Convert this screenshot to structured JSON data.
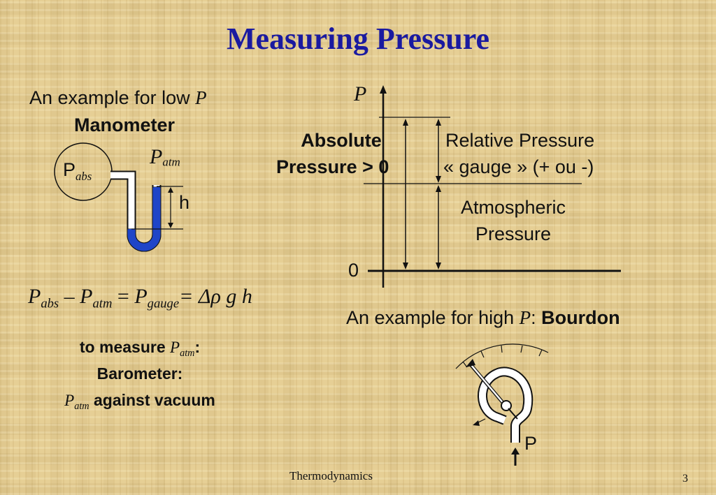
{
  "slide": {
    "title": "Measuring Pressure",
    "footer": "Thermodynamics",
    "page_number": "3"
  },
  "manometer": {
    "intro_text": "An example for low ",
    "intro_var": "P",
    "heading": "Manometer",
    "p_abs": {
      "base": "P",
      "sub": "abs"
    },
    "p_atm": {
      "base": "P",
      "sub": "atm"
    },
    "h_label": "h"
  },
  "equation": {
    "lhs1": {
      "base": "P",
      "sub": "abs"
    },
    "minus": " – ",
    "lhs2": {
      "base": "P",
      "sub": "atm"
    },
    "eq": " = ",
    "rhs1": {
      "base": "P",
      "sub": "gauge"
    },
    "rhs2": "= Δρ g h"
  },
  "barometer": {
    "line1_prefix": "to measure ",
    "line1_var": {
      "base": "P",
      "sub": "atm"
    },
    "line1_suffix": ":",
    "line2": "Barometer:",
    "line3_var": {
      "base": "P",
      "sub": "atm"
    },
    "line3_suffix": " against vacuum"
  },
  "pressure_diagram": {
    "axis_label": "P",
    "zero_label": "0",
    "absolute_line1": "Absolute",
    "absolute_line2": "Pressure > 0",
    "relative_line1": "Relative Pressure",
    "relative_line2": "« gauge » (+ ou -)",
    "atmospheric_line1": "Atmospheric",
    "atmospheric_line2": "Pressure"
  },
  "bourdon": {
    "intro_text": "An example for high ",
    "intro_var": "P",
    "colon": ": ",
    "name": "Bourdon",
    "p_label": "P"
  },
  "colors": {
    "title": "#1a1aa0",
    "fluid": "#1f45c8",
    "tube": "#ffffff",
    "line": "#111111"
  }
}
